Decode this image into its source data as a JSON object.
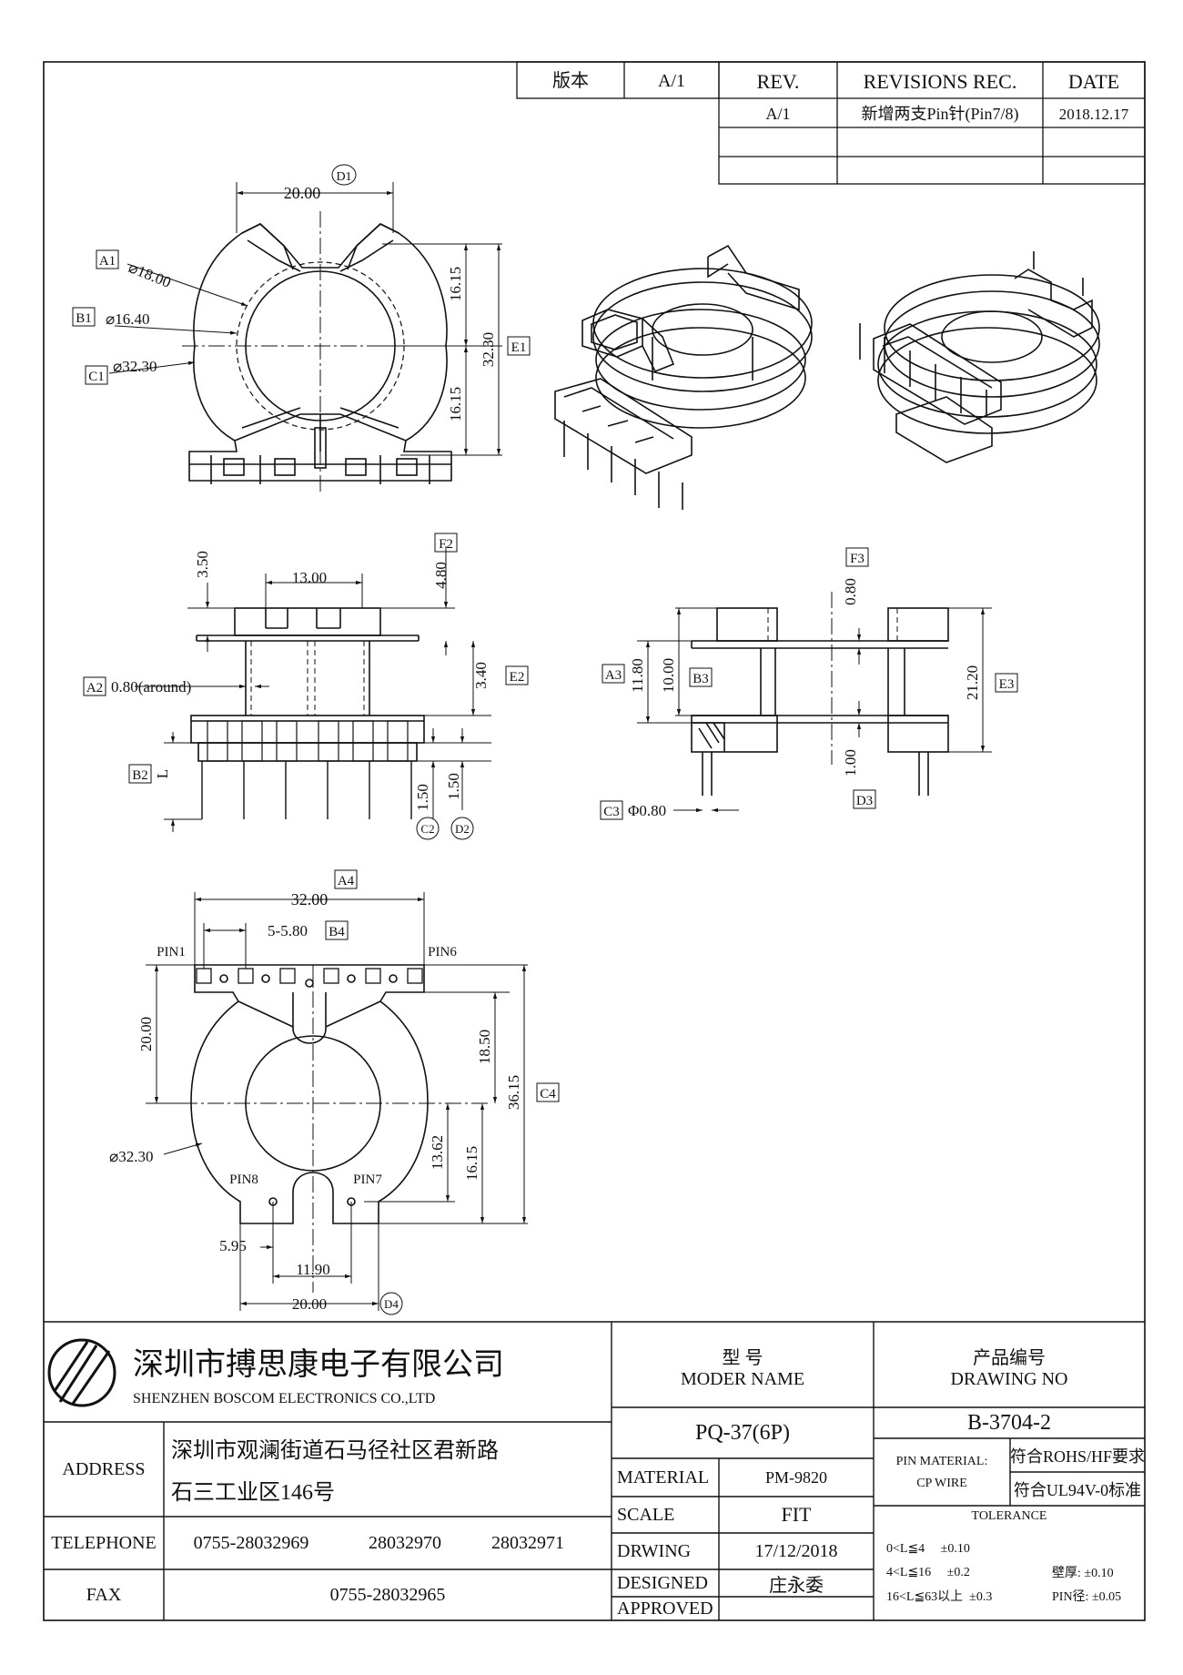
{
  "revision_table": {
    "version_label": "版本",
    "version_value": "A/1",
    "header_rev": "REV.",
    "header_revisions": "REVISIONS REC.",
    "header_date": "DATE",
    "rows": [
      {
        "rev": "A/1",
        "desc": "新增两支Pin针(Pin7/8)",
        "date": "2018.12.17"
      }
    ]
  },
  "top_view": {
    "dim_width": "20.00",
    "tag_width": "D1",
    "tag_a1": "A1",
    "dim_a1": "⌀18.00",
    "tag_b1": "B1",
    "dim_b1": "⌀16.40",
    "tag_c1": "C1",
    "dim_c1": "⌀32.30",
    "dim_upper": "16.15",
    "dim_lower": "16.15",
    "dim_total": "32.30",
    "tag_e1": "E1"
  },
  "front_view": {
    "dim_top_width": "13.00",
    "dim_flange": "3.50",
    "tag_f2": "F2",
    "dim_f2": "4.80",
    "tag_e2": "E2",
    "dim_e2": "3.40",
    "tag_a2": "A2",
    "dim_a2": "0.80(around)",
    "tag_b2": "B2",
    "dim_b2": "L",
    "dim_c2": "1.50",
    "tag_c2": "C2",
    "dim_d2": "1.50",
    "tag_d2": "D2"
  },
  "side_view": {
    "tag_f3": "F3",
    "dim_f3": "0.80",
    "tag_a3": "A3",
    "dim_a3": "11.80",
    "dim_b3": "10.00",
    "tag_b3": "B3",
    "dim_total": "21.20",
    "tag_e3": "E3",
    "dim_d3": "1.00",
    "tag_d3": "D3",
    "tag_c3": "C3",
    "dim_c3": "Φ0.80"
  },
  "bottom_view": {
    "tag_a4": "A4",
    "dim_width": "32.00",
    "dim_pitch": "5-5.80",
    "tag_b4": "B4",
    "pin1": "PIN1",
    "pin6": "PIN6",
    "pin7": "PIN7",
    "pin8": "PIN8",
    "dim_left": "20.00",
    "dim_r1": "18.50",
    "dim_total": "36.15",
    "tag_c4": "C4",
    "dim_r2": "13.62",
    "dim_r3": "16.15",
    "dim_dia": "⌀32.30",
    "dim_595": "5.95",
    "dim_1190": "11.90",
    "dim_bottom": "20.00",
    "tag_d4": "D4"
  },
  "title_block": {
    "company_cn": "深圳市搏思康电子有限公司",
    "company_en": "SHENZHEN BOSCOM ELECTRONICS CO.,LTD",
    "model_cn": "型  号",
    "model_en": "MODER NAME",
    "model_value": "PQ-37(6P)",
    "product_cn": "产品编号",
    "product_en": "DRAWING NO",
    "drawing_no": "B-3704-2",
    "address_label": "ADDRESS",
    "address_line1": "深圳市观澜街道石马径社区君新路",
    "address_line2": "石三工业区146号",
    "telephone_label": "TELEPHONE",
    "tel1": "0755-28032969",
    "tel2": "28032970",
    "tel3": "28032971",
    "fax_label": "FAX",
    "fax": "0755-28032965",
    "material_label": "MATERIAL",
    "material_value": "PM-9820",
    "scale_label": "SCALE",
    "scale_value": "FIT",
    "drwing_label": "DRWING",
    "drwing_value": "17/12/2018",
    "designed_label": "DESIGNED",
    "designed_value": "庄永委",
    "approved_label": "APPROVED",
    "pin_material_label": "PIN MATERIAL:",
    "pin_material_value": "CP WIRE",
    "rohs": "符合ROHS/HF要求",
    "ul": "符合UL94V-0标准",
    "tolerance_label": "TOLERANCE",
    "tol1": "0<L≦4     ±0.10",
    "tol2": "4<L≦16     ±0.2",
    "tol3": "16<L≦63以上  ±0.3",
    "wall": "壁厚: ±0.10",
    "pin_dia": "PIN径: ±0.05"
  }
}
